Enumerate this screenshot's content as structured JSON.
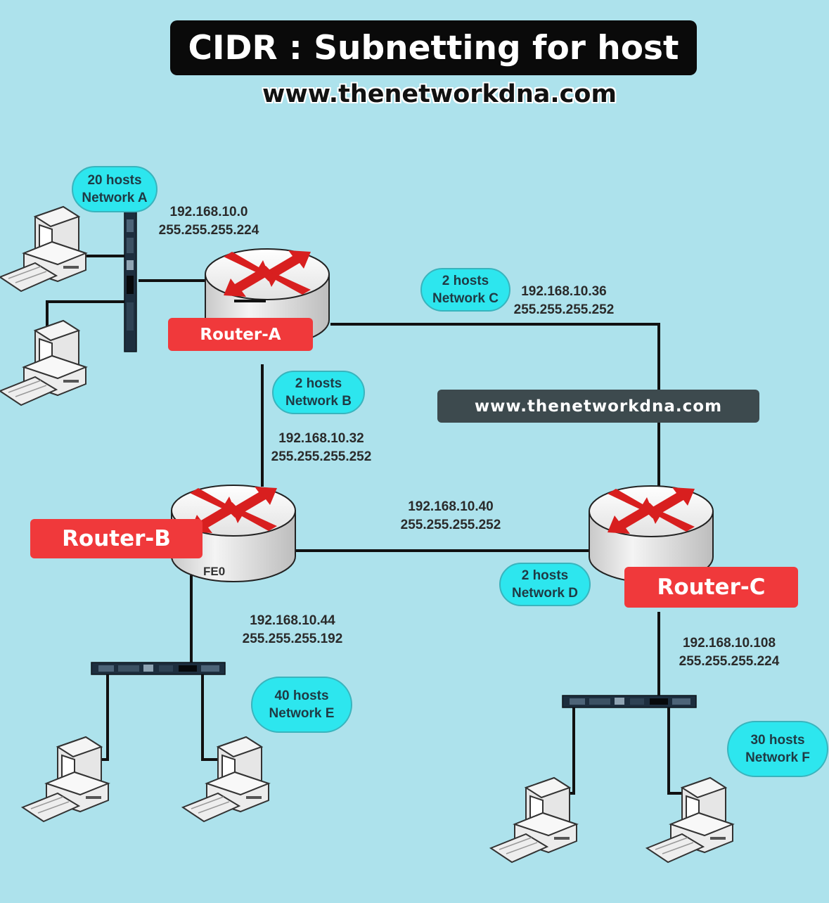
{
  "header": {
    "title": "CIDR : Subnetting for host",
    "website": "www.thenetworkdna.com"
  },
  "watermark": "www.thenetworkdna.com",
  "routers": [
    {
      "id": "router-a",
      "label": "Router-A"
    },
    {
      "id": "router-b",
      "label": "Router-B",
      "interface": "FE0"
    },
    {
      "id": "router-c",
      "label": "Router-C"
    }
  ],
  "networks": [
    {
      "id": "network-a",
      "hosts": "20 hosts",
      "name": "Network A",
      "address": "192.168.10.0",
      "mask": "255.255.255.224"
    },
    {
      "id": "network-b",
      "hosts": "2 hosts",
      "name": "Network B",
      "address": "192.168.10.32",
      "mask": "255.255.255.252"
    },
    {
      "id": "network-c",
      "hosts": "2 hosts",
      "name": "Network C",
      "address": "192.168.10.36",
      "mask": "255.255.255.252"
    },
    {
      "id": "network-d",
      "hosts": "2 hosts",
      "name": "Network D",
      "address": "192.168.10.40",
      "mask": "255.255.255.252"
    },
    {
      "id": "network-e",
      "hosts": "40 hosts",
      "name": "Network E",
      "address": "192.168.10.44",
      "mask": "255.255.255.192"
    },
    {
      "id": "network-f",
      "hosts": "30 hosts",
      "name": "Network F",
      "address": "192.168.10.108",
      "mask": "255.255.255.224"
    }
  ],
  "colors": {
    "background": "#ade2ec",
    "router_label": "#f0393b",
    "network_badge": "#2de6ee",
    "arrow": "#d81f1f",
    "title_bg": "#0a0a0a",
    "watermark_bg": "#3d4a4e"
  }
}
